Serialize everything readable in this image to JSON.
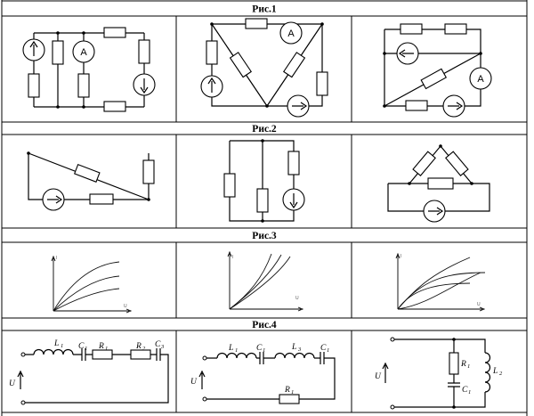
{
  "sections": [
    {
      "title": "Рис.1"
    },
    {
      "title": "Рис.2"
    },
    {
      "title": "Рис.3"
    },
    {
      "title": "Рис.4"
    }
  ],
  "meters": {
    "ammeter": "A"
  },
  "fig3_axes": {
    "y": "I",
    "x": "U"
  },
  "fig4": {
    "source": "U",
    "c1": {
      "L1": "L",
      "L1s": "1",
      "C1": "C",
      "C1s": "1",
      "R1": "R",
      "R1s": "1",
      "R2": "R",
      "R2s": "2",
      "C3": "C",
      "C3s": "3"
    },
    "c2": {
      "L1": "L",
      "L1s": "1",
      "C1": "C",
      "C1s": "1",
      "L3": "L",
      "L3s": "3",
      "C4": "C",
      "C4s": "1",
      "R1": "R",
      "R1s": "1"
    },
    "c3": {
      "R1": "R",
      "R1s": "1",
      "C1": "C",
      "C1s": "1",
      "L2": "L",
      "L2s": "2"
    }
  }
}
